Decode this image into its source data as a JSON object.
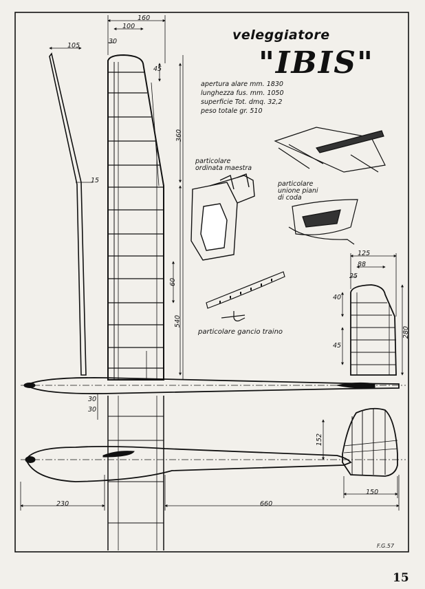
{
  "title": {
    "line1": "veleggiatore",
    "line2": "\"IBIS\""
  },
  "specs": [
    {
      "label": "apertura alare",
      "unit": "mm.",
      "value": "1830"
    },
    {
      "label": "lunghezza fus.",
      "unit": "mm.",
      "value": "1050"
    },
    {
      "label": "superficie Tot.",
      "unit": "dmq.",
      "value": "32,2"
    },
    {
      "label": "peso totale",
      "unit": "gr.",
      "value": "510"
    }
  ],
  "details": {
    "frame": [
      "particolare",
      "ordinata maestra"
    ],
    "tail": [
      "particolare",
      "unione piani",
      "di coda"
    ],
    "hook": "particolare gancio traino"
  },
  "dimensions": {
    "d160": "160",
    "d100": "100",
    "d30top": "30",
    "d105": "105",
    "d45": "45",
    "d360": "360",
    "d15": "15",
    "d60": "60",
    "d540": "540",
    "d30a": "30",
    "d30b": "30",
    "d230": "230",
    "d660": "660",
    "d125": "125",
    "d88": "88",
    "d25": "25",
    "d40": "40",
    "d45b": "45",
    "d280": "280",
    "d152": "152",
    "d150": "150"
  },
  "signature": "F.G.57",
  "page_number": "15"
}
